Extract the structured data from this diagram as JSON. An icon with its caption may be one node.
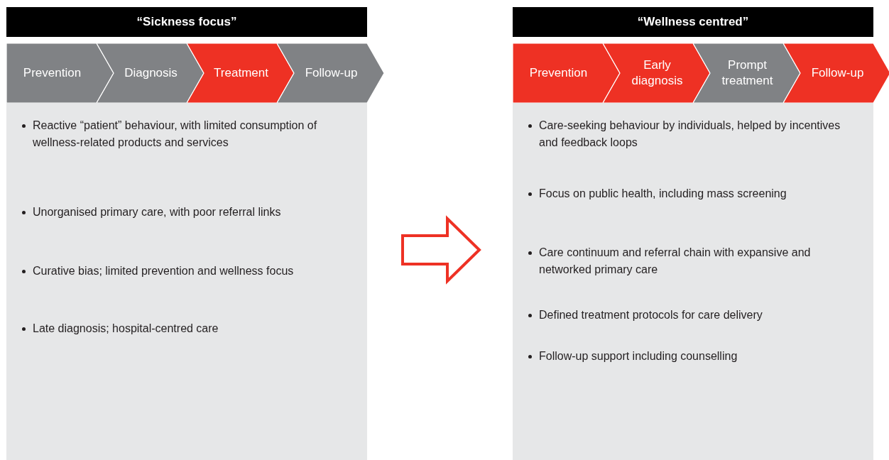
{
  "diagram": {
    "nodes": [
      {
        "text": [
          "“Sickness focus”",
          "Reactive “patient” behaviour, with limited consumption of wellness-related products and services",
          "Unorganised primary care, with poor referral links",
          "Curative bias; limited prevention and wellness focus",
          "Late diagnosis; hospital-centred care"
        ]
      },
      {
        "text": [
          "Prevention"
        ]
      },
      {
        "text": [
          "Diagnosis"
        ]
      },
      {
        "text": [
          "Treatment"
        ]
      },
      {
        "text": [
          "Follow-up"
        ]
      },
      {
        "text": [
          "“Wellness centred”",
          "Care-seeking behaviour by individuals, helped by incentives and feedback loops",
          "Focus on public health, including mass screening",
          "Care continuum and referral chain with expansive and networked primary care",
          "Defined treatment protocols for care delivery",
          "Follow-up support including counselling"
        ]
      },
      {
        "text": [
          "Prevention"
        ]
      },
      {
        "text": [
          "Early diagnosis"
        ]
      },
      {
        "text": [
          "Prompt treatment"
        ]
      },
      {
        "text": [
          "Follow-up"
        ]
      }
    ],
    "edges": [
      {
        "from": 0,
        "to": 5,
        "arrow": "to",
        "color": "#ee3124"
      }
    ]
  }
}
